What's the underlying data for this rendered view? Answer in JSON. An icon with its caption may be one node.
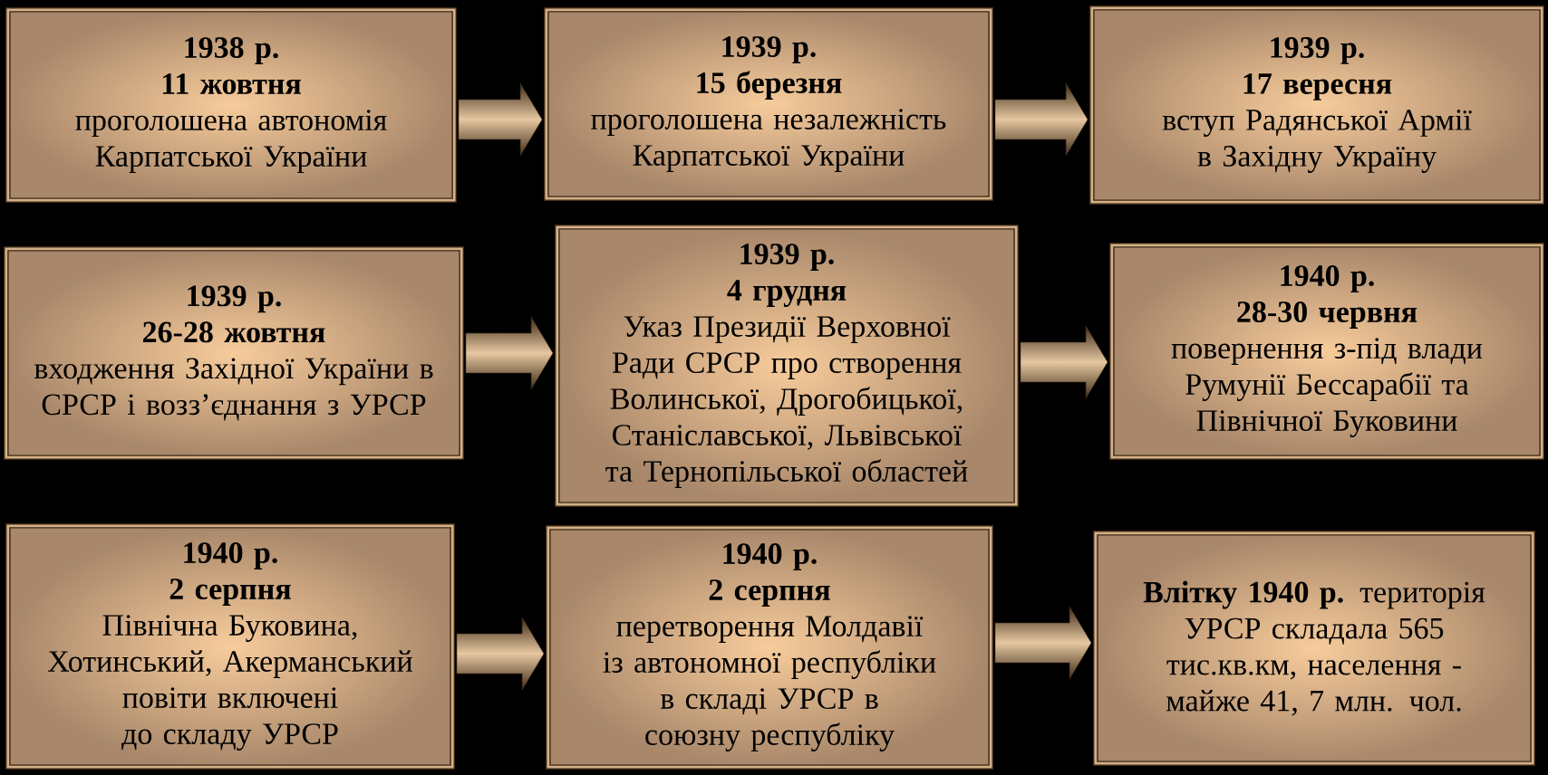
{
  "diagram": {
    "nodes": [
      {
        "text": [
          "1938 р.",
          "11 жовтня",
          "проголошена автономія Карпатської України"
        ]
      },
      {
        "text": [
          "1939 р.",
          "15 березня",
          "проголошена незалежність Карпатської України"
        ]
      },
      {
        "text": [
          "1939 р.",
          "17 вересня",
          "вступ Радянської Армії в Західну Україну"
        ]
      },
      {
        "text": [
          "1939 р.",
          "26-28 жовтня",
          "входження Західної України в СРСР і возз’єднання з УРСР"
        ]
      },
      {
        "text": [
          "1939 р.",
          "4 грудня",
          "Указ Президії Верховної Ради СРСР про створення Волинської, Дрогобицької, Станіславської, Львівської та Тернопільської областей"
        ]
      },
      {
        "text": [
          "1940 р.",
          "28-30 червня",
          "повернення з-під влади Румунії Бессарабії та Північної Буковини"
        ]
      },
      {
        "text": [
          "1940 р.",
          "2 серпня",
          "Північна Буковина, Хотинський, Акерманський повіти включені до складу УРСР"
        ]
      },
      {
        "text": [
          "1940 р.",
          "2 серпня",
          "перетворення Молдавії із автономної республіки в складі УРСР в союзну республіку"
        ]
      },
      {
        "text": [
          "**Влітку 1940 р.** територія УРСР складала 565 тис.кв.км, населення - майже 41, 7 млн. чол."
        ]
      }
    ],
    "edges": [
      {
        "from": 0,
        "to": 1,
        "arrow": "to"
      },
      {
        "from": 1,
        "to": 2,
        "arrow": "to"
      },
      {
        "from": 3,
        "to": 4,
        "arrow": "to"
      },
      {
        "from": 4,
        "to": 5,
        "arrow": "to"
      },
      {
        "from": 6,
        "to": 7,
        "arrow": "to"
      },
      {
        "from": 7,
        "to": 8,
        "arrow": "to"
      }
    ]
  }
}
